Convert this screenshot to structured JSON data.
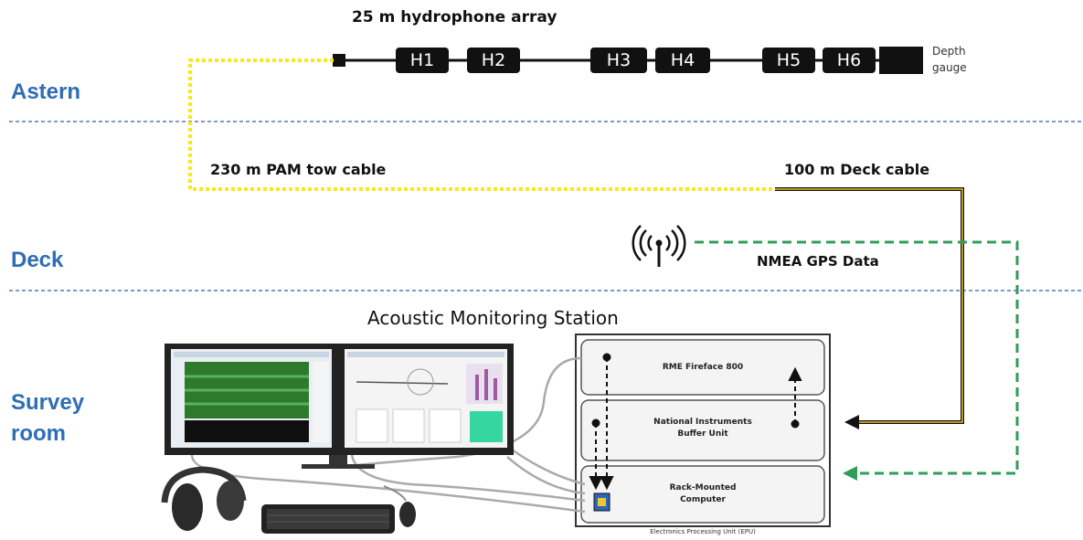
{
  "zones": {
    "astern": "Astern",
    "deck": "Deck",
    "survey_room_1": "Survey",
    "survey_room_2": "room"
  },
  "array": {
    "title": "25 m hydrophone array",
    "hydrophones": [
      "H1",
      "H2",
      "H3",
      "H4",
      "H5",
      "H6"
    ],
    "depth_gauge_1": "Depth",
    "depth_gauge_2": "gauge"
  },
  "cables": {
    "tow": "230 m PAM tow cable",
    "deck": "100 m Deck cable"
  },
  "gps": {
    "label": "NMEA GPS Data"
  },
  "station": {
    "title": "Acoustic Monitoring Station"
  },
  "epu": {
    "unit1": "RME Fireface 800",
    "unit2_line1": "National Instruments",
    "unit2_line2": "Buffer Unit",
    "unit3_line1": "Rack-Mounted",
    "unit3_line2": "Computer",
    "caption": "Electronics Processing Unit (EPU)"
  },
  "colors": {
    "zone_text": "#2f6db5",
    "tow_cable": "#f4ea1c",
    "deck_cable": "#111111",
    "gps_line": "#2f9e5a",
    "divider": "#7a9cc6"
  }
}
